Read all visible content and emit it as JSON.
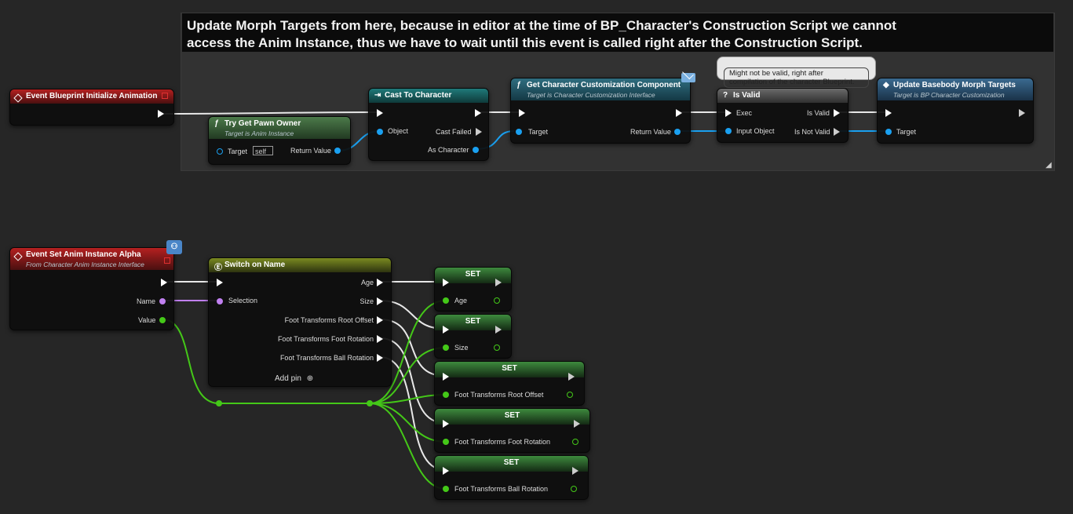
{
  "comment": {
    "text": "Update Morph Targets from here, because in editor at the time of BP_Character's Construction Script we cannot\naccess the Anim Instance, thus we have to wait until this event is called right after the Construction Script."
  },
  "nodes": {
    "event_init": {
      "title": "Event Blueprint Initialize Animation"
    },
    "try_get_pawn": {
      "title": "Try Get Pawn Owner",
      "subtitle": "Target is Anim Instance",
      "target_label": "Target",
      "self_value": "self",
      "return_label": "Return Value"
    },
    "cast": {
      "title": "Cast To Character",
      "object_label": "Object",
      "cast_failed_label": "Cast Failed",
      "as_character_label": "As Character"
    },
    "get_custom": {
      "title": "Get Character Customization Component",
      "subtitle": "Target is Character Customization Interface",
      "target_label": "Target",
      "return_label": "Return Value"
    },
    "is_valid": {
      "title": "Is Valid",
      "exec_label": "Exec",
      "is_valid_label": "Is Valid",
      "input_label": "Input Object",
      "not_valid_label": "Is Not Valid"
    },
    "update_morph": {
      "title": "Update Basebody Morph Targets",
      "subtitle": "Target is BP Character Customization",
      "target_label": "Target"
    },
    "event_alpha": {
      "title": "Event Set Anim Instance Alpha",
      "subtitle": "From Character Anim Instance Interface",
      "name_label": "Name",
      "value_label": "Value"
    },
    "switch": {
      "title": "Switch on Name",
      "selection_label": "Selection",
      "outputs": [
        "Age",
        "Size",
        "Foot Transforms Root Offset",
        "Foot Transforms Foot Rotation",
        "Foot Transforms Ball Rotation"
      ],
      "add_pin": "Add pin"
    },
    "set_nodes": [
      {
        "title": "SET",
        "var": "Age"
      },
      {
        "title": "SET",
        "var": "Size"
      },
      {
        "title": "SET",
        "var": "Foot Transforms Root Offset"
      },
      {
        "title": "SET",
        "var": "Foot Transforms Foot Rotation"
      },
      {
        "title": "SET",
        "var": "Foot Transforms Ball Rotation"
      }
    ]
  },
  "tooltip": {
    "text": "Might not be valid, right after\ncompilation of the character Blueprint."
  },
  "icons": {
    "function": "function-icon",
    "cast": "cast-icon",
    "question": "question-icon",
    "macro": "macro-icon",
    "switch": "switch-icon",
    "envelope": "envelope-icon",
    "anim": "anim-blueprint-icon"
  },
  "colors": {
    "exec": "#ffffff",
    "object_pin": "#1aa0f0",
    "name_pin": "#c080f0",
    "float_pin": "#44c818",
    "event_header": "#b52020",
    "background": "#262626"
  }
}
